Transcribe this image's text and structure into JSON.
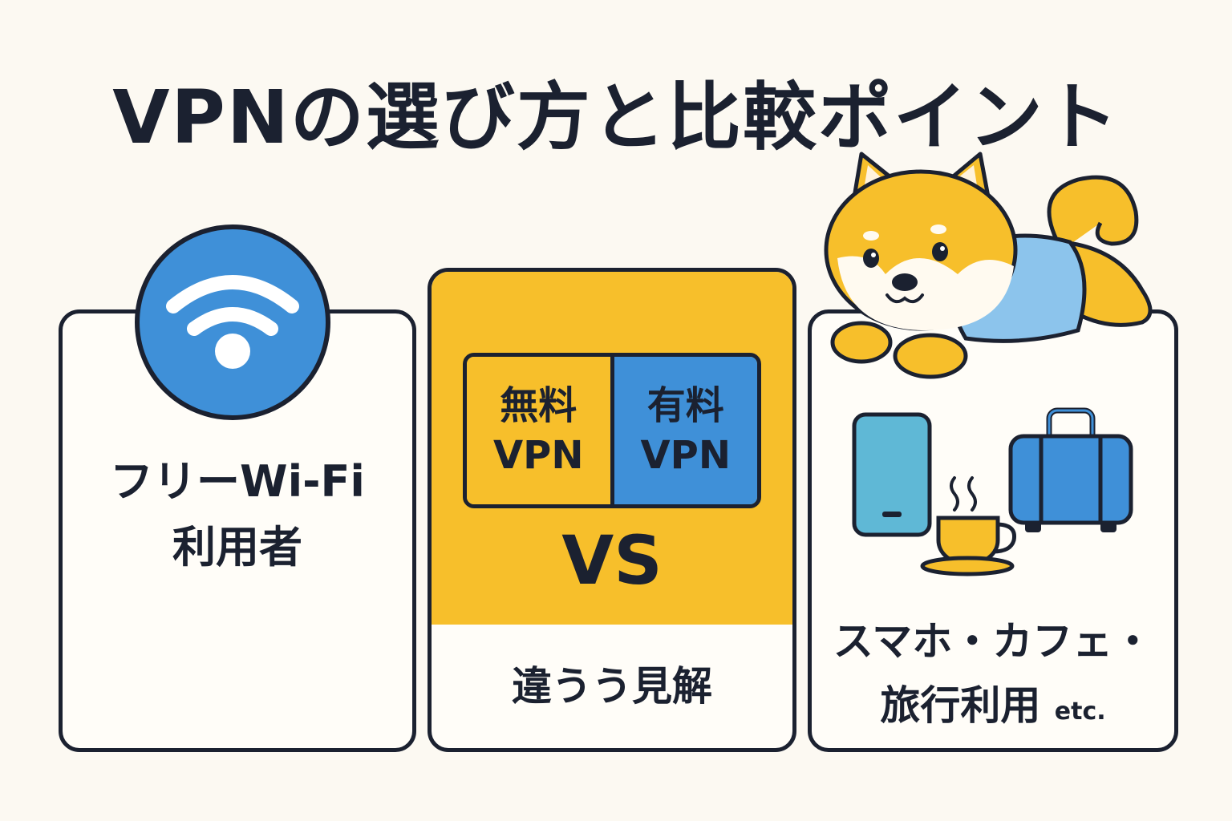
{
  "title": "VPNの選び方と比較ポイント",
  "left_card": {
    "line1": "フリーWi-Fi",
    "line2": "利用者",
    "icon": "wifi-icon"
  },
  "middle_card": {
    "free_line1": "無料",
    "free_line2": "VPN",
    "paid_line1": "有料",
    "paid_line2": "VPN",
    "vs": "VS",
    "bottom": "違うう見解"
  },
  "right_card": {
    "line1": "スマホ・カフェ・",
    "line2": "旅行利用",
    "etc": "etc.",
    "icons": [
      "smartphone-icon",
      "coffee-cup-icon",
      "suitcase-icon"
    ]
  },
  "mascot": "shiba-dog-illustration",
  "colors": {
    "blue": "#3f90d8",
    "yellow": "#f7bf2b",
    "dark": "#1b2130",
    "background": "#fcf9f2"
  }
}
